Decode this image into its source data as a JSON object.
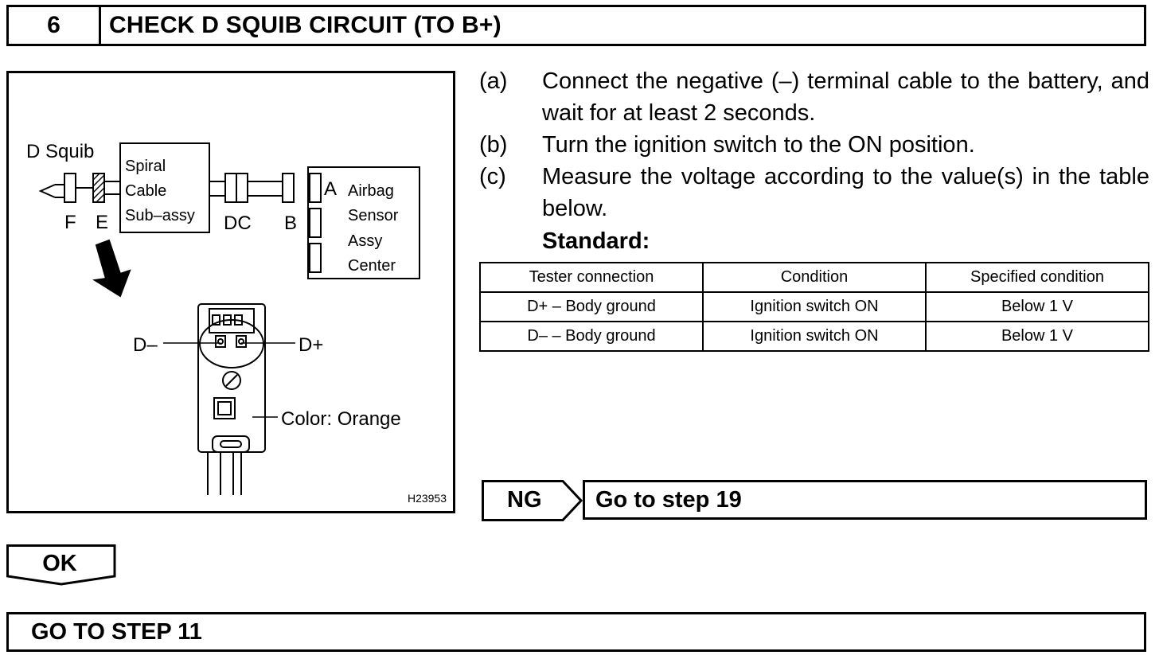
{
  "header": {
    "step_number": "6",
    "title": "CHECK D SQUIB CIRCUIT (TO B+)"
  },
  "figure": {
    "id": "H23953",
    "labels": {
      "d_squib": "D Squib",
      "spiral": "Spiral",
      "cable": "Cable",
      "sub_assy": "Sub–assy",
      "f": "F",
      "e": "E",
      "dc": "DC",
      "b": "B",
      "a": "A",
      "airbag": "Airbag",
      "sensor": "Sensor",
      "assy": "Assy",
      "center": "Center",
      "d_minus": "D–",
      "d_plus": "D+",
      "color": "Color: Orange"
    }
  },
  "instructions": [
    {
      "label": "(a)",
      "text": "Connect the negative (–) terminal cable to the battery, and wait for at least 2 seconds."
    },
    {
      "label": "(b)",
      "text": "Turn the ignition switch to the ON position."
    },
    {
      "label": "(c)",
      "text": "Measure the voltage according to the value(s) in the table below."
    }
  ],
  "standard_label": "Standard:",
  "table": {
    "headers": [
      "Tester connection",
      "Condition",
      "Specified condition"
    ],
    "rows": [
      [
        "D+ – Body ground",
        "Ignition switch ON",
        "Below 1 V"
      ],
      [
        "D– – Body ground",
        "Ignition switch ON",
        "Below 1 V"
      ]
    ]
  },
  "ng": {
    "label": "NG",
    "target": "Go to step 19"
  },
  "ok": {
    "label": "OK"
  },
  "goto": {
    "text": "GO TO STEP 11"
  }
}
